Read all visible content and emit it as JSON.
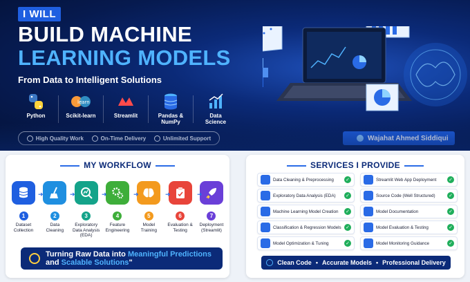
{
  "hero": {
    "badge": "I WILL",
    "title_line1": "BUILD MACHINE",
    "title_line2": "LEARNING MODELS",
    "subtitle": "From Data to Intelligent Solutions",
    "technologies": [
      {
        "label": "Python",
        "icon": "python-icon"
      },
      {
        "label": "Scikit-learn",
        "icon": "scikit-learn-icon"
      },
      {
        "label": "Streamlit",
        "icon": "streamlit-icon"
      },
      {
        "label": "Pandas &\nNumPy",
        "icon": "database-icon"
      },
      {
        "label": "Data\nScience",
        "icon": "chart-icon"
      }
    ],
    "features": [
      {
        "label": "High Quality Work",
        "icon": "shield-icon"
      },
      {
        "label": "On-Time Delivery",
        "icon": "clock-icon"
      },
      {
        "label": "Unlimited Support",
        "icon": "headset-icon"
      }
    ],
    "author": "Wajahat Ahmed Siddiqui"
  },
  "workflow": {
    "title": "MY WORKFLOW",
    "steps": [
      {
        "num": "1",
        "label": "Dataset\nCollection",
        "color": "#1f5fe0",
        "icon": "database-icon"
      },
      {
        "num": "2",
        "label": "Data\nCleaning",
        "color": "#1f8fe0",
        "icon": "broom-icon"
      },
      {
        "num": "3",
        "label": "Exploratory\nData Analysis\n(EDA)",
        "color": "#14a38a",
        "icon": "magnifier-chart-icon"
      },
      {
        "num": "4",
        "label": "Feature\nEngineering",
        "color": "#3eae3a",
        "icon": "gears-icon"
      },
      {
        "num": "5",
        "label": "Model\nTraining",
        "color": "#f39a1e",
        "icon": "brain-icon"
      },
      {
        "num": "6",
        "label": "Evaluation &\nTesting",
        "color": "#e8443a",
        "icon": "clipboard-check-icon"
      },
      {
        "num": "7",
        "label": "Deployment\n(Streamlit)",
        "color": "#6a3fd8",
        "icon": "rocket-icon"
      }
    ],
    "quote_part1": "Turning Raw Data into ",
    "quote_highlight1": "Meaningful Predictions",
    "quote_part2": "and ",
    "quote_highlight2": "Scalable Solutions",
    "quote_end": "\""
  },
  "services": {
    "title": "SERVICES I PROVIDE",
    "left": [
      {
        "label": "Data Cleaning & Preprocessing",
        "icon": "database-icon"
      },
      {
        "label": "Exploratory Data Analysis (EDA)",
        "icon": "bar-chart-icon"
      },
      {
        "label": "Machine Learning Model Creation",
        "icon": "network-icon"
      },
      {
        "label": "Classification & Regression Models",
        "icon": "hierarchy-icon"
      },
      {
        "label": "Model Optimization & Tuning",
        "icon": "gauge-icon"
      }
    ],
    "right": [
      {
        "label": "Streamlit Web App Deployment",
        "icon": "cloud-icon"
      },
      {
        "label": "Source Code (Well Structured)",
        "icon": "code-icon"
      },
      {
        "label": "Model Documentation",
        "icon": "document-icon"
      },
      {
        "label": "Model Evaluation & Testing",
        "icon": "monitor-chart-icon"
      },
      {
        "label": "Model Monitoring Guidance",
        "icon": "monitor-icon"
      }
    ],
    "footer": [
      "Clean Code",
      "Accurate Models",
      "Professional Delivery"
    ],
    "footer_sep": "•"
  }
}
